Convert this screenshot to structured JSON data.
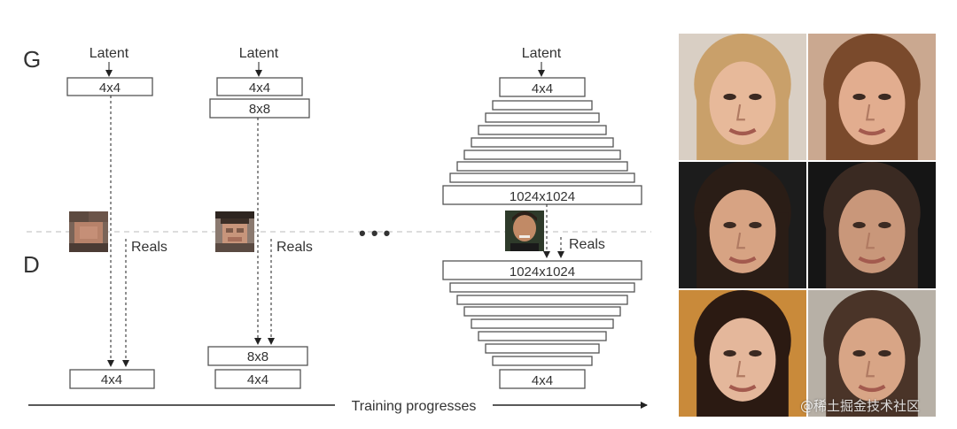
{
  "labels": {
    "generator": "G",
    "discriminator": "D",
    "latent": "Latent",
    "reals": "Reals",
    "ellipsis": "• • •",
    "training": "Training progresses"
  },
  "blocks": {
    "res4": "4x4",
    "res8": "8x8",
    "res1024": "1024x1024"
  },
  "watermark": "@稀土掘金技术社区",
  "faces": [
    {
      "name": "face-woman-blonde",
      "hair": "#c9a06a",
      "skin": "#e7b99a",
      "bg": "#d9cfc4"
    },
    {
      "name": "face-woman-brunette",
      "hair": "#7a4a2c",
      "skin": "#e2ad8f",
      "bg": "#caa890"
    },
    {
      "name": "face-man-short-hair",
      "hair": "#2a1d16",
      "skin": "#d7a383",
      "bg": "#1c1c1c"
    },
    {
      "name": "face-man-beard",
      "hair": "#3a2a22",
      "skin": "#c9977a",
      "bg": "#151515"
    },
    {
      "name": "face-woman-bangs",
      "hair": "#2b1a12",
      "skin": "#e4b79b",
      "bg": "#c98a3a"
    },
    {
      "name": "face-man-smiling",
      "hair": "#4a3428",
      "skin": "#d8a586",
      "bg": "#b7b0a6"
    }
  ]
}
